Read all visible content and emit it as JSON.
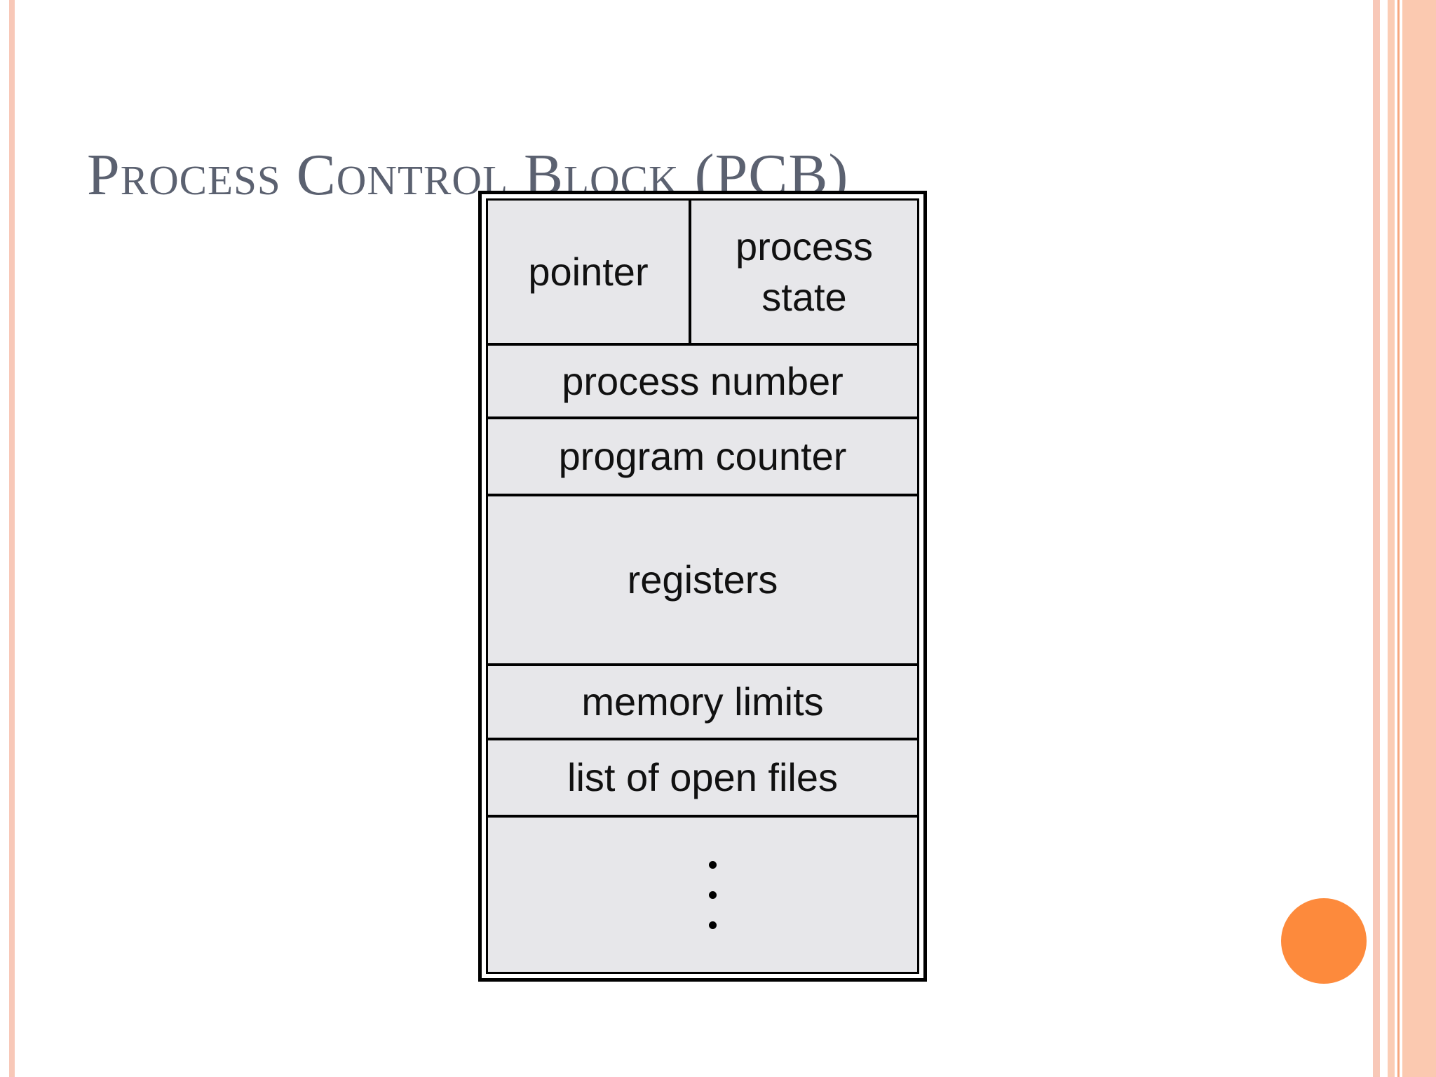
{
  "slide": {
    "title": "Process Control Block (PCB)",
    "accent_color": "#fd8a3c",
    "frame_color": "#f8c8b8"
  },
  "pcb": {
    "pointer": "pointer",
    "process_state_line1": "process",
    "process_state_line2": "state",
    "process_number": "process number",
    "program_counter": "program counter",
    "registers": "registers",
    "memory_limits": "memory limits",
    "open_files": "list of open files"
  }
}
